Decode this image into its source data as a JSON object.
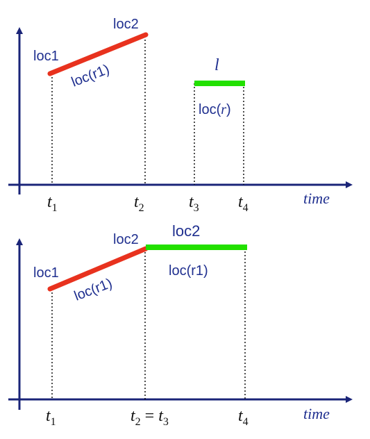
{
  "colors": {
    "axis": "#1a2478",
    "text": "#1f2f8f",
    "tick_text": "#111111",
    "red_bar": "#e8321e",
    "green_bar": "#22e000",
    "dotted": "#000000"
  },
  "top": {
    "loc1": "loc1",
    "loc2": "loc2",
    "red_label": "loc(r1)",
    "green_top_label": "l",
    "green_label_prefix": "loc(",
    "green_label_var": "r",
    "green_label_suffix": ")",
    "ticks": {
      "t1_main": "t",
      "t1_sub": "1",
      "t2_main": "t",
      "t2_sub": "2",
      "t3_main": "t",
      "t3_sub": "3",
      "t4_main": "t",
      "t4_sub": "4"
    },
    "time_label": "time"
  },
  "bottom": {
    "loc1": "loc1",
    "loc2_left": "loc2",
    "loc2_top": "loc2",
    "red_label": "loc(r1)",
    "green_label": "loc(r1)",
    "ticks": {
      "t1_main": "t",
      "t1_sub": "1",
      "t2_main": "t",
      "t2_sub": "2",
      "eq": " = ",
      "t3_main": "t",
      "t3_sub": "3",
      "t4_main": "t",
      "t4_sub": "4"
    },
    "time_label": "time"
  }
}
